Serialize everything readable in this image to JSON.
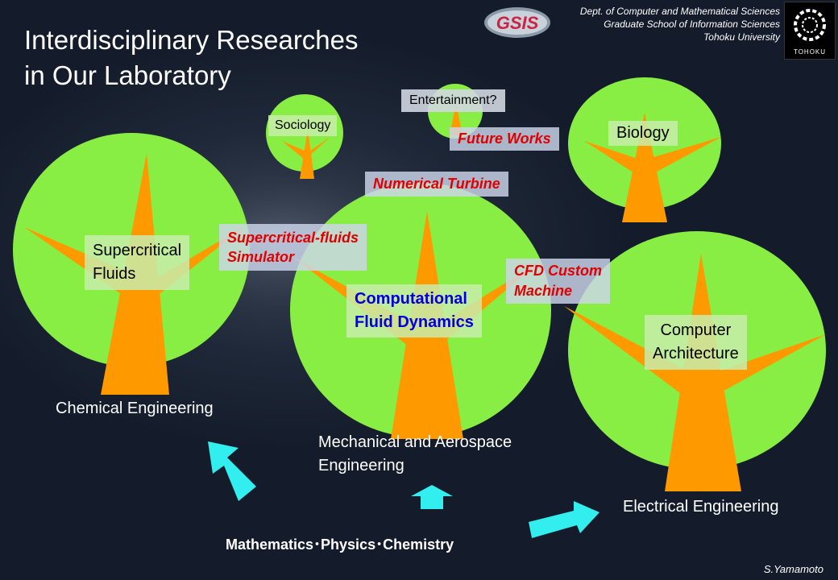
{
  "title_line1": "Interdisciplinary Researches",
  "title_line2": "in Our Laboratory",
  "header": {
    "dept": "Dept. of Computer and Mathematical Sciences",
    "school": "Graduate School of Information Sciences",
    "university": "Tohoku University",
    "gsis_logo": "GSIS",
    "tohoku_logo": "TOHOKU"
  },
  "trees": {
    "sociology": "Sociology",
    "entertainment": "Entertainment?",
    "biology": "Biology",
    "supercritical_1": "Supercritical",
    "supercritical_2": "Fluids",
    "cfd_1": "Computational",
    "cfd_2": "Fluid Dynamics",
    "computer_1": "Computer",
    "computer_2": "Architecture"
  },
  "works": {
    "future": "Future Works",
    "turbine": "Numerical Turbine",
    "sc_sim_1": "Supercritical-fluids",
    "sc_sim_2": "Simulator",
    "cfd_machine_1": "CFD Custom",
    "cfd_machine_2": "Machine"
  },
  "fields": {
    "chemical": "Chemical Engineering",
    "mech_1": "Mechanical and Aerospace",
    "mech_2": "Engineering",
    "electrical": "Electrical Engineering"
  },
  "basis": "Mathematics･Physics･Chemistry",
  "credit": "S.Yamamoto",
  "colors": {
    "foliage": "#88ee44",
    "trunk": "#ff9900",
    "arrow": "#33eeee",
    "work_text": "#e00000",
    "cfd_text": "#0000dd"
  }
}
